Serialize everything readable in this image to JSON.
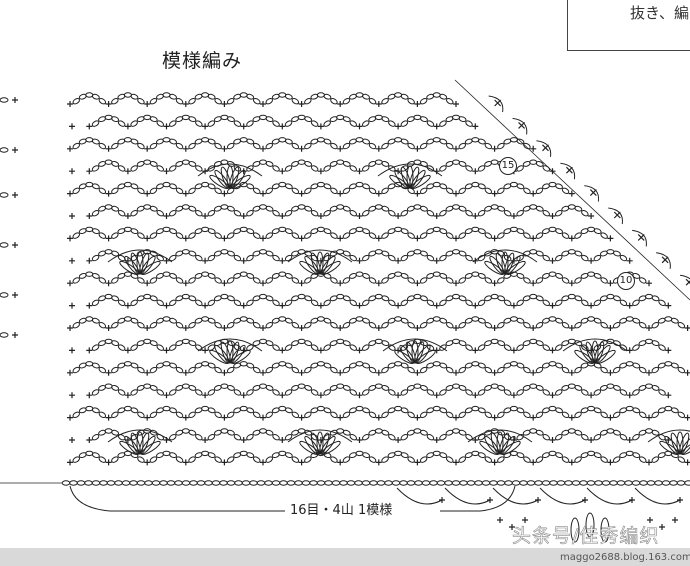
{
  "diagram": {
    "title": "模様編み",
    "note_text": "抜き、編",
    "repeat_label": "16目・4山 1模様",
    "row_markers": [
      "15",
      "10"
    ],
    "colors": {
      "ink": "#222222",
      "background": "#ffffff"
    }
  },
  "watermark": {
    "main": "头条号/佳秀编织",
    "sub": "maggo2688.blog.163.com"
  }
}
